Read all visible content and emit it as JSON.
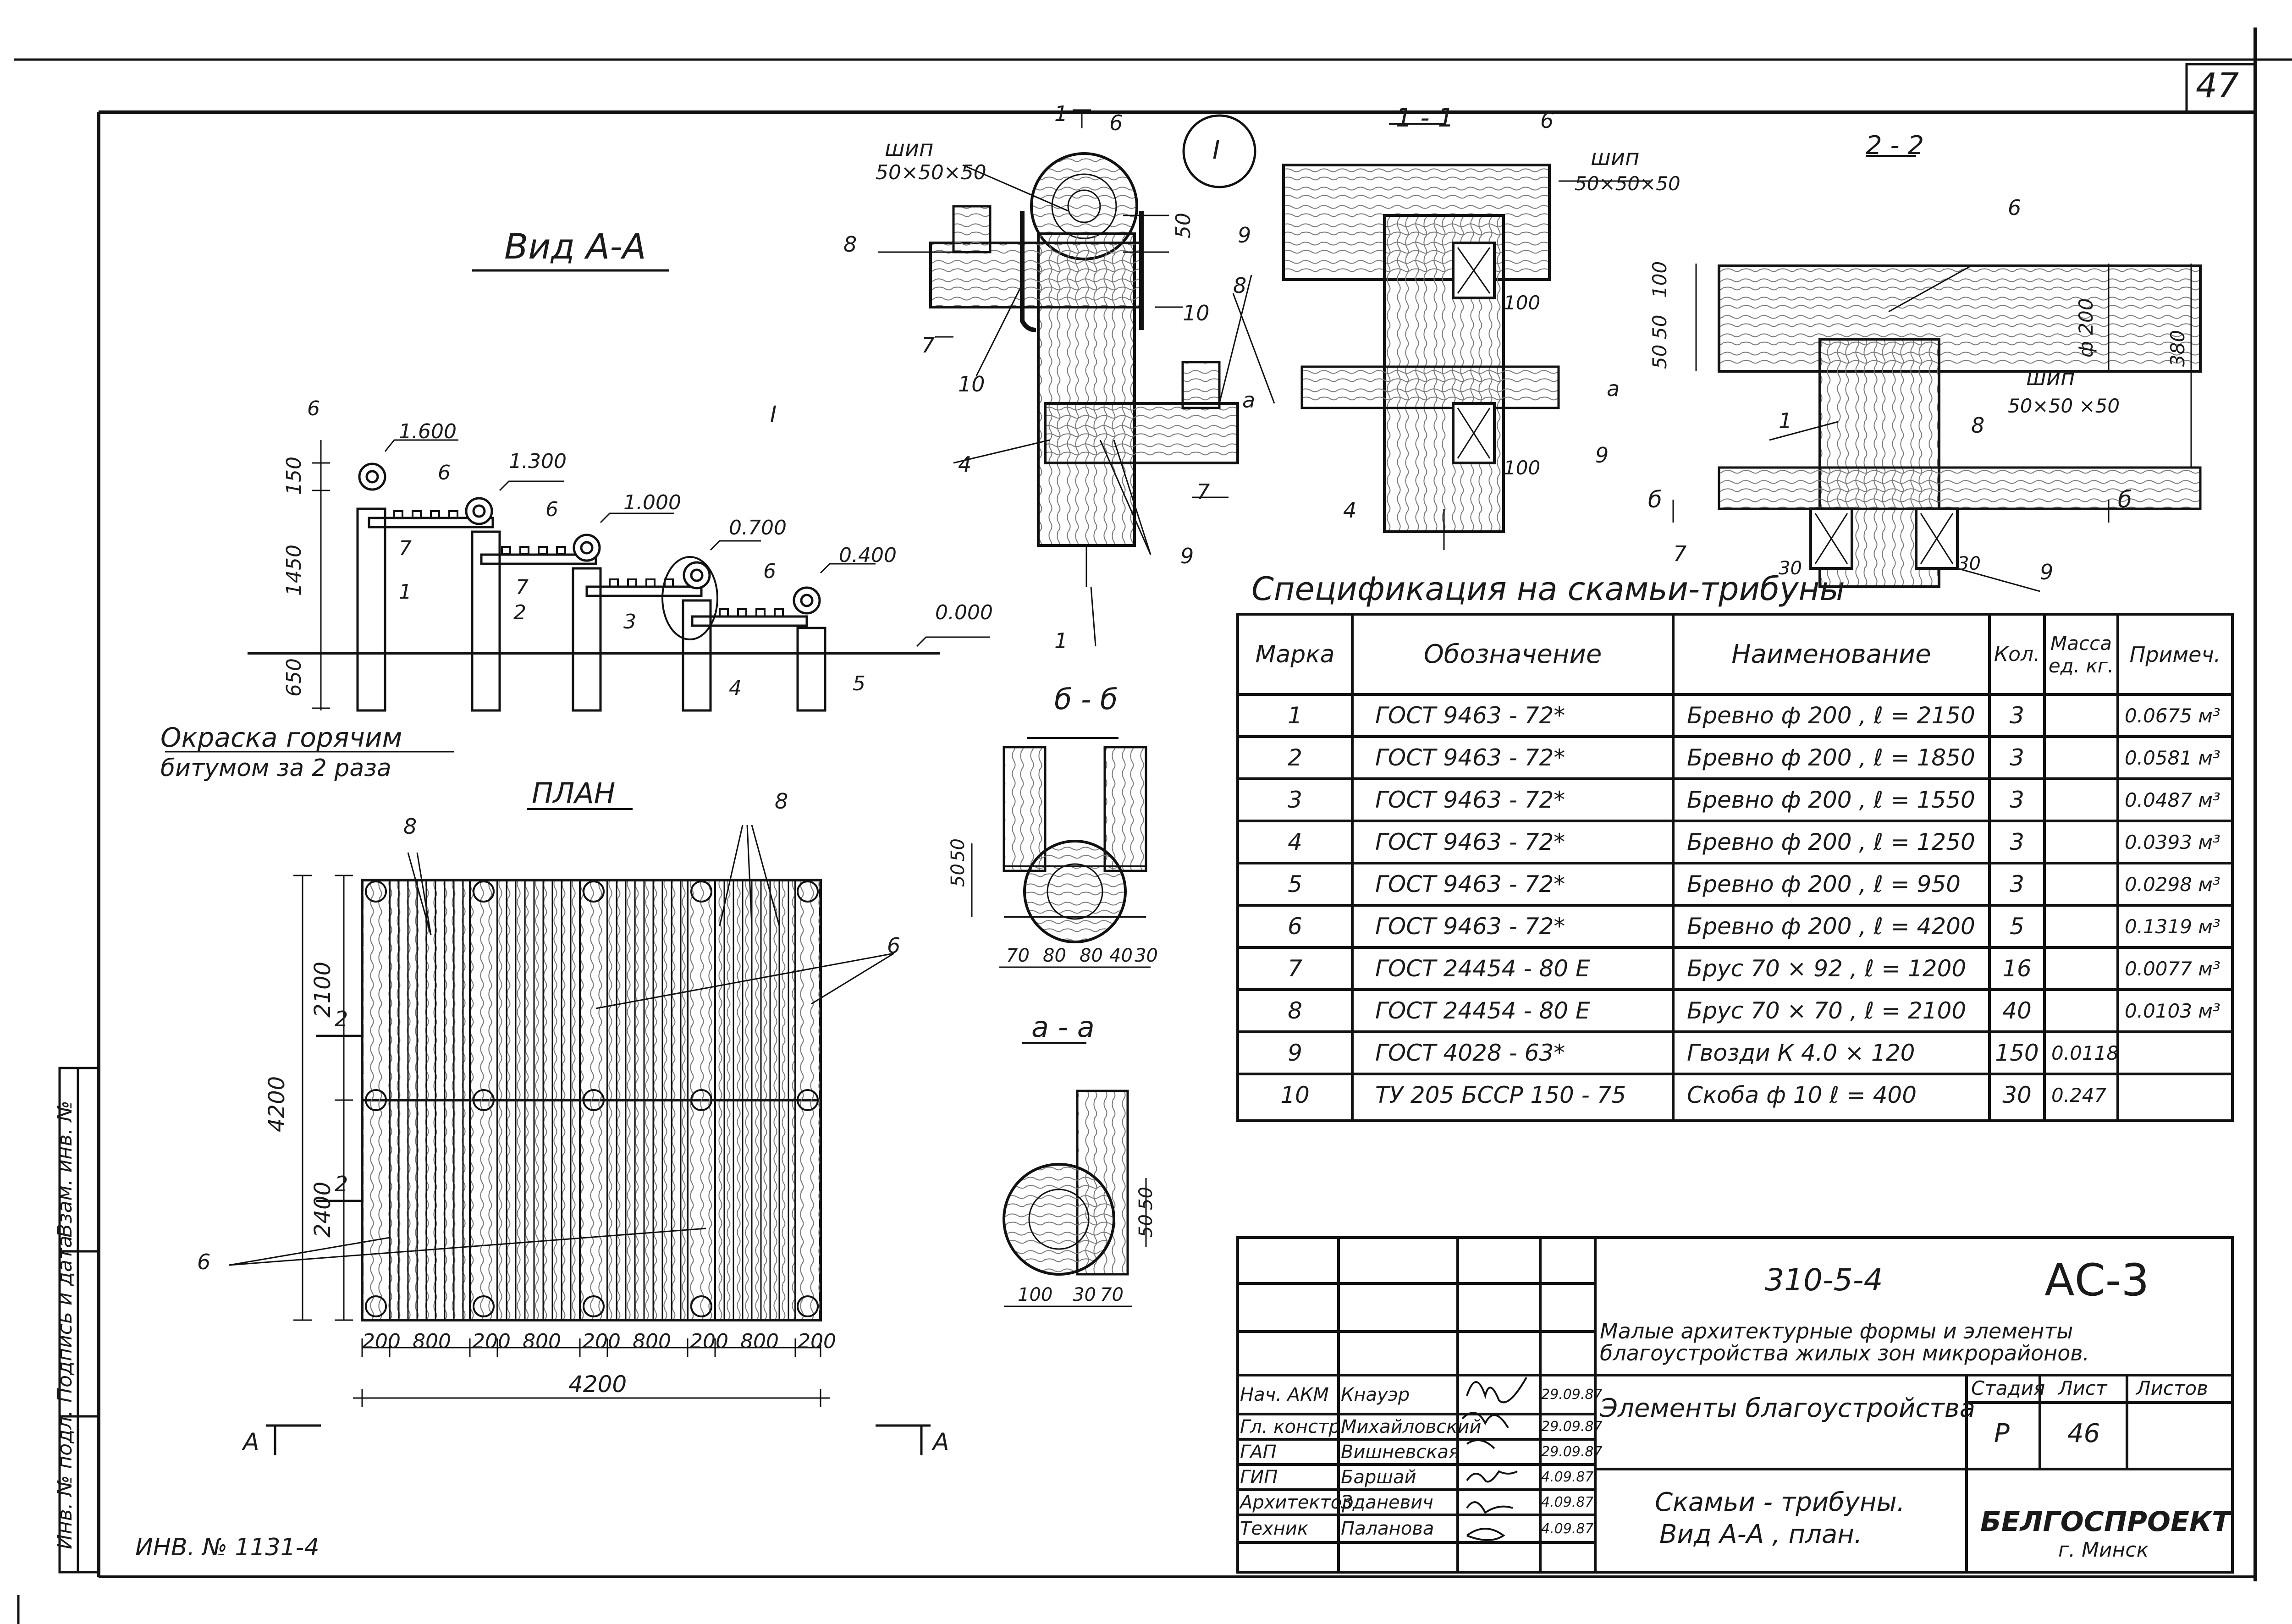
{
  "sheet_number": "47",
  "inv_number": "ИНВ. № 1131-4",
  "side_stamp": {
    "labels": [
      "Инв. № подл.",
      "Подпись и дата",
      "Взам. инв. №"
    ]
  },
  "elevation": {
    "title": "Вид А-А",
    "levels": [
      "1.600",
      "1.300",
      "1.000",
      "0.700",
      "0.400",
      "0.000"
    ],
    "dims": [
      "150",
      "1450",
      "650"
    ],
    "marks": [
      "6",
      "6",
      "6",
      "6",
      "7",
      "7",
      "1",
      "2",
      "3",
      "4",
      "5",
      "I"
    ],
    "note": [
      "Окраска горячим",
      "битумом за 2 раза"
    ]
  },
  "plan": {
    "title": "ПЛАН",
    "dims_vertical": [
      "4200",
      "2100",
      "2400"
    ],
    "dims_horizontal": [
      "200",
      "800",
      "200",
      "800",
      "200",
      "800",
      "200",
      "800",
      "200"
    ],
    "total_width": "4200",
    "marks": [
      "8",
      "8",
      "6",
      "6",
      "2",
      "2"
    ],
    "section_marks": [
      "А",
      "А"
    ]
  },
  "node_I": {
    "label": "I",
    "spike_label": "шип",
    "spike_size": "50×50×50",
    "dim": "50",
    "marks": [
      "6",
      "8",
      "7",
      "10",
      "10",
      "9",
      "8",
      "4",
      "7",
      "9"
    ],
    "section_marks": [
      "1",
      "1",
      "а"
    ]
  },
  "section_1_1": {
    "title": "1 - 1",
    "spike_label": "шип",
    "spike_size": "50×50×50",
    "dims": [
      "100",
      "100"
    ],
    "marks": [
      "6",
      "9",
      "4",
      "а"
    ]
  },
  "section_2_2": {
    "title": "2 - 2",
    "spike_label": "шип",
    "spike_size": "50×50 ×50",
    "dims_left": [
      "100",
      "50",
      "50"
    ],
    "dim_dia": "ф 200",
    "dim_total": "380",
    "dims_bottom": [
      "30",
      "30"
    ],
    "marks": [
      "6",
      "1",
      "8",
      "7",
      "9",
      "б",
      "б"
    ]
  },
  "section_b_b": {
    "title": "б - б",
    "dims_v": [
      "50",
      "50"
    ],
    "dims_h": [
      "70",
      "80",
      "80",
      "40",
      "30"
    ]
  },
  "section_a_a": {
    "title": "а - а",
    "dims_v": [
      "50",
      "50"
    ],
    "dims_h": [
      "100",
      "30",
      "70"
    ]
  },
  "spec": {
    "title": "Спецификация на скамьи-трибуны",
    "headers": [
      "Марка",
      "Обозначение",
      "Наименование",
      "Кол.",
      "Масса ед. кг.",
      "Примеч."
    ],
    "rows": [
      {
        "mark": "1",
        "designation": "ГОСТ   9463 - 72*",
        "name": "Бревно  ф 200  ,  ℓ = 2150",
        "qty": "3",
        "mass": "",
        "note": "0.0675 м³"
      },
      {
        "mark": "2",
        "designation": "ГОСТ   9463 - 72*",
        "name": "Бревно ф 200  ,  ℓ = 1850",
        "qty": "3",
        "mass": "",
        "note": "0.0581 м³"
      },
      {
        "mark": "3",
        "designation": "ГОСТ   9463 - 72*",
        "name": "Бревно ф 200  ,  ℓ = 1550",
        "qty": "3",
        "mass": "",
        "note": "0.0487 м³"
      },
      {
        "mark": "4",
        "designation": "ГОСТ   9463 - 72*",
        "name": "Бревно ф 200  ,  ℓ = 1250",
        "qty": "3",
        "mass": "",
        "note": "0.0393 м³"
      },
      {
        "mark": "5",
        "designation": "ГОСТ   9463 - 72*",
        "name": "Бревно ф 200 ,   ℓ = 950",
        "qty": "3",
        "mass": "",
        "note": "0.0298 м³"
      },
      {
        "mark": "6",
        "designation": "ГОСТ   9463 - 72*",
        "name": "Бревно ф 200 ,  ℓ = 4200",
        "qty": "5",
        "mass": "",
        "note": "0.1319 м³"
      },
      {
        "mark": "7",
        "designation": "ГОСТ  24454 - 80 Е",
        "name": "Брус    70 × 92  ,  ℓ = 1200",
        "qty": "16",
        "mass": "",
        "note": "0.0077 м³"
      },
      {
        "mark": "8",
        "designation": "ГОСТ  24454 - 80 Е",
        "name": "Брус    70 × 70  ,  ℓ = 2100",
        "qty": "40",
        "mass": "",
        "note": "0.0103 м³"
      },
      {
        "mark": "9",
        "designation": "ГОСТ  4028 - 63*",
        "name": "Гвозди  К 4.0 × 120",
        "qty": "150",
        "mass": "0.0118",
        "note": ""
      },
      {
        "mark": "10",
        "designation": "ТУ 205 БССР  150 - 75",
        "name": "Скоба ф 10    ℓ = 400",
        "qty": "30",
        "mass": "0.247",
        "note": ""
      }
    ]
  },
  "title_block": {
    "code": "310-5-4",
    "sheet_code": "АС-3",
    "project": "Малые архитектурные формы и элементы благоустройства жилых зон микрорайонов.",
    "section": "Элементы благоустройства",
    "drawing_title_1": "Скамьи - трибуны.",
    "drawing_title_2": "Вид А-А , план.",
    "stage_label": "Стадия",
    "sheet_label": "Лист",
    "sheets_label": "Листов",
    "stage": "Р",
    "sheet": "46",
    "org": "БЕЛГОСПРОЕКТ",
    "city": "г. Минск",
    "staff": [
      {
        "role": "Нач. АКМ",
        "name": "Кнауэр",
        "date": "29.09.87"
      },
      {
        "role": "Гл. констр.",
        "name": "Михайловский",
        "date": "29.09.87"
      },
      {
        "role": "ГАП",
        "name": "Вишневская",
        "date": "29.09.87"
      },
      {
        "role": "ГИП",
        "name": "Баршай",
        "date": "4.09.87"
      },
      {
        "role": "Архитектор",
        "name": "Зданевич",
        "date": "4.09.87"
      },
      {
        "role": "Техник",
        "name": "Паланова",
        "date": "4.09.87"
      }
    ]
  }
}
